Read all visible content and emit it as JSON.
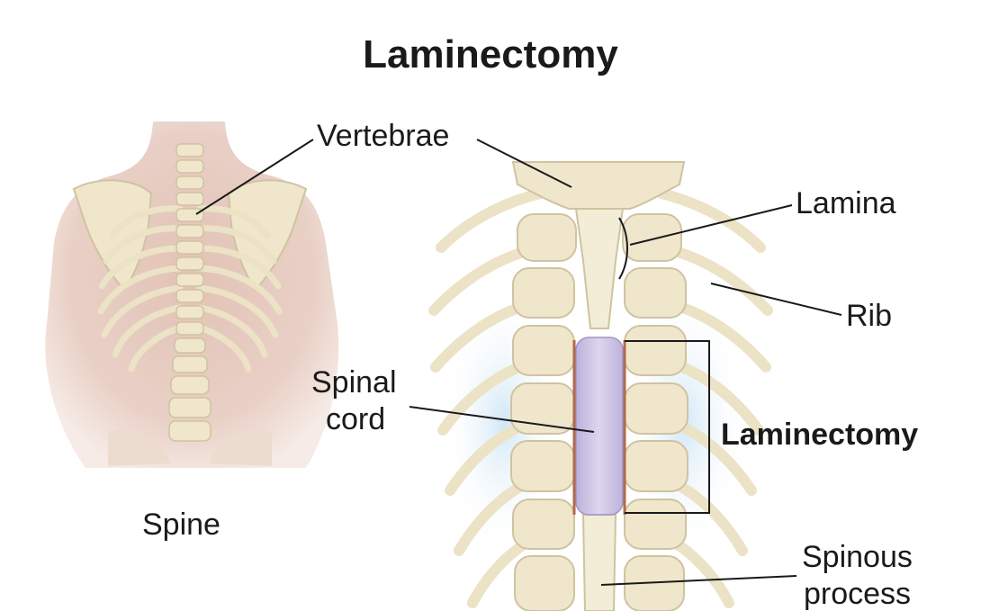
{
  "title": "Laminectomy",
  "labels": {
    "vertebrae": "Vertebrae",
    "lamina": "Lamina",
    "rib": "Rib",
    "spinal_cord_line1": "Spinal",
    "spinal_cord_line2": "cord",
    "laminectomy": "Laminectomy",
    "spine": "Spine",
    "spinous_line1": "Spinous",
    "spinous_line2": "process"
  },
  "colors": {
    "skin": "#e7cbc0",
    "bone": "#efe6cc",
    "bone_shadow": "#cfc3a0",
    "cord": "#cfc6e4",
    "glow": "#cfe6f5",
    "text": "#1a1a1a"
  }
}
